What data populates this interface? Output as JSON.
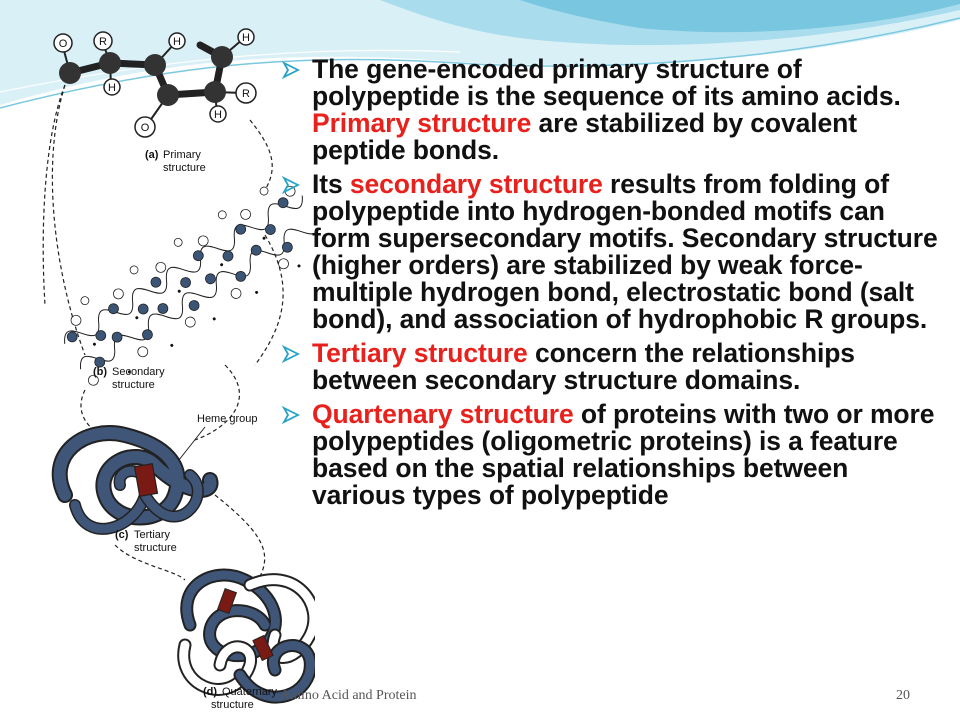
{
  "colors": {
    "accent_red": "#e8211d",
    "text": "#111111",
    "wave_light": "#bfe4f0",
    "wave_dark": "#3aa3c7",
    "protein_blue": "#3f5678",
    "heme_red": "#7a1a14"
  },
  "figure": {
    "label_a_letter": "(a)",
    "label_a_text1": "Primary",
    "label_a_text2": "structure",
    "label_b_letter": "(b)",
    "label_b_text1": "Secondary",
    "label_b_text2": "structure",
    "heme_label": "Heme group",
    "label_c_letter": "(c)",
    "label_c_text1": "Tertiary",
    "label_c_text2": "structure",
    "label_d_letter": "(d)",
    "label_d_text1": "Quaternary",
    "label_d_text2": "structure",
    "atom_O1": "O",
    "atom_R1": "R",
    "atom_H1": "H",
    "atom_H2": "H",
    "atom_H3": "H",
    "atom_R2": "R",
    "atom_O2": "O",
    "atom_H4": "H"
  },
  "bullets": [
    {
      "icon": "arrow-bullet-icon",
      "parts": [
        "The gene-encoded primary structure of polypeptide is the sequence of its amino acids. ",
        "Primary structure",
        " are stabilized by covalent peptide bonds."
      ]
    },
    {
      "icon": "arrow-bullet-icon",
      "parts": [
        "Its ",
        "secondary structure",
        " results from folding of polypeptide into hydrogen-bonded motifs can form supersecondary motifs. Secondary structure (higher orders) are stabilized by weak force-multiple hydrogen bond, electrostatic bond (salt bond), and association of hydrophobic R groups."
      ]
    },
    {
      "icon": "arrow-bullet-icon",
      "parts": [
        "",
        "Tertiary structure",
        " concern the relationships between secondary structure domains."
      ]
    },
    {
      "icon": "arrow-bullet-icon",
      "parts": [
        "",
        "Quartenary structure",
        " of proteins with two or more polypeptides (oligometric proteins) is a feature based on the spatial relationships between various types of polypeptide"
      ]
    }
  ],
  "footer": {
    "title": "Amino Acid and Protein",
    "page": "20"
  }
}
